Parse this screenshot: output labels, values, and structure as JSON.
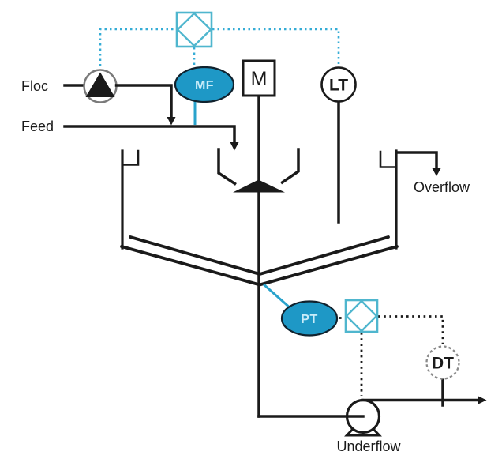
{
  "labels": {
    "floc": "Floc",
    "feed": "Feed",
    "overflow": "Overflow",
    "underflow": "Underflow"
  },
  "instruments": {
    "mass_flow_transmitter": "MF",
    "motor": "M",
    "level_transmitter": "LT",
    "pressure_transmitter": "PT",
    "density_transmitter": "DT"
  },
  "colors": {
    "signal_line": "#35ACD6",
    "signal_solid": "#29A3CC",
    "logic_symbol": "#4FB6CE",
    "transmitter_fill": "#1E98C6",
    "transmitter_stroke": "#10222e",
    "transmitter_text": "#C9ECF9",
    "process_line": "#1a1a1a"
  }
}
